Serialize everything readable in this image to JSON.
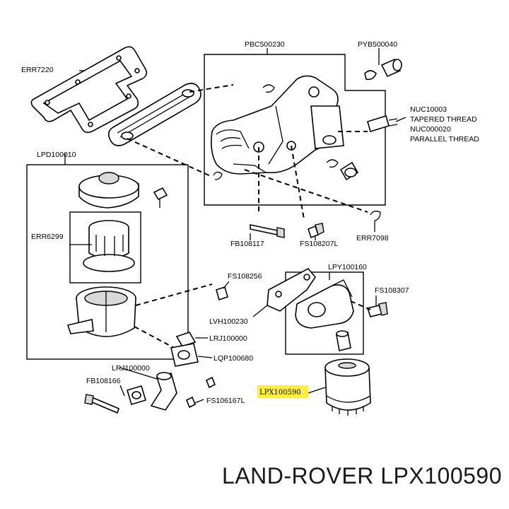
{
  "labels": {
    "pbc": "PBC500230",
    "pyb": "PYB500040",
    "err7220": "ERR7220",
    "nuc1": "NUC10003",
    "nuc2": "TAPERED THREAD",
    "nuc3": "NUC000020",
    "nuc4": "PARALLEL THREAD",
    "lpd": "LPD100010",
    "err6299": "ERR6299",
    "fb108117": "FB108117",
    "fs108207": "FS108207L",
    "err7098": "ERR7098",
    "fs108256": "FS108256",
    "lpy": "LPY100160",
    "fs108307": "FS108307",
    "lvh": "LVH100230",
    "lrj1": "LRJ100000",
    "lqp": "LQP100680",
    "lrj2": "LRJ100000",
    "fb108166": "FB108166",
    "lpx": "LPX100590",
    "fs106167": "FS106167L"
  },
  "highlight_color": "#ffee44",
  "footer": {
    "text": "LAND-ROVER LPX100590"
  }
}
